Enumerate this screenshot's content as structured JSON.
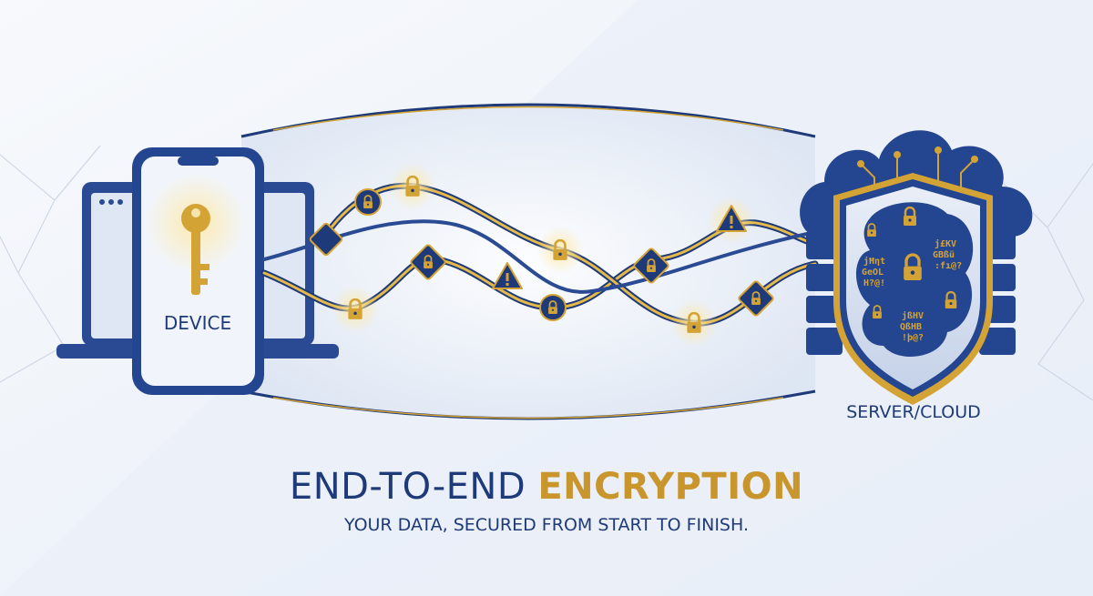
{
  "device": {
    "label": "DEVICE"
  },
  "server": {
    "label": "SERVER/CLOUD"
  },
  "shield_cipher": [
    "jĦƞt",
    "GeOL",
    "H?@!",
    "j£KV",
    "GBßü",
    ":fı@?",
    "jßHV",
    "QßHB",
    "!þ@?"
  ],
  "title": {
    "part1": "END-TO-END",
    "part2": "ENCRYPTION"
  },
  "subtitle": "YOUR DATA, SECURED FROM START TO FINISH.",
  "colors": {
    "navy": "#1f3a78",
    "gold": "#d4a335",
    "background": "#eef3fa"
  }
}
